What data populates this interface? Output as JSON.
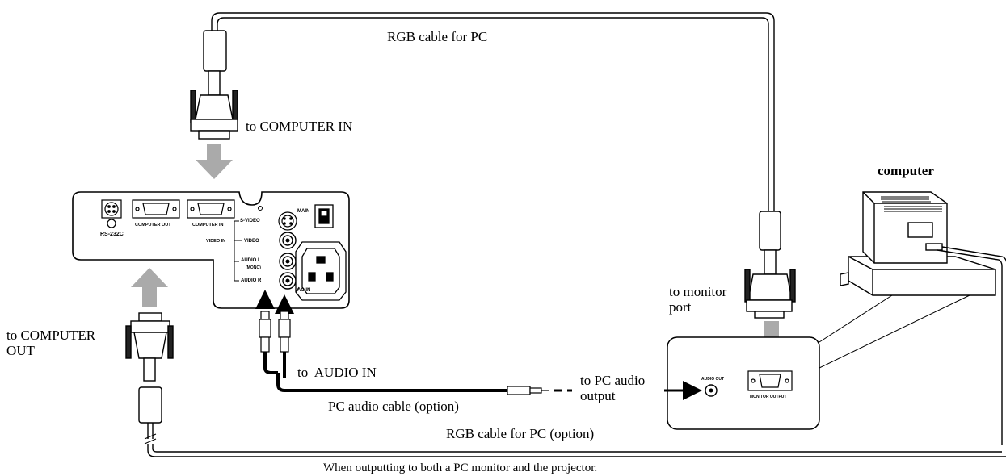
{
  "labels": {
    "rgb_cable_top": "RGB cable for PC",
    "to_computer_in": "to COMPUTER IN",
    "computer": "computer",
    "to_monitor_port": "to monitor\nport",
    "to_computer_out": "to COMPUTER\nOUT",
    "to_audio_in": "to  AUDIO IN",
    "to_pc_audio_output": "to PC audio\noutput",
    "pc_audio_cable": "PC audio cable (option)",
    "rgb_cable_bottom": "RGB cable for PC (option)",
    "caption": "When outputting to both a PC monitor and the projector."
  },
  "panel_labels": {
    "rs232c": "RS-232C",
    "computer_out": "COMPUTER OUT",
    "computer_in": "COMPUTER IN",
    "s_video": "S-VIDEO",
    "main": "MAIN",
    "video_in": "VIDEO IN",
    "video": "VIDEO",
    "audio_l": "AUDIO L",
    "mono": "(MONO)",
    "audio_r": "AUDIO R",
    "ac_in": "AC IN"
  },
  "pc_panel_labels": {
    "audio_out": "AUDIO OUT",
    "monitor_output": "MONITOR OUTPUT"
  }
}
